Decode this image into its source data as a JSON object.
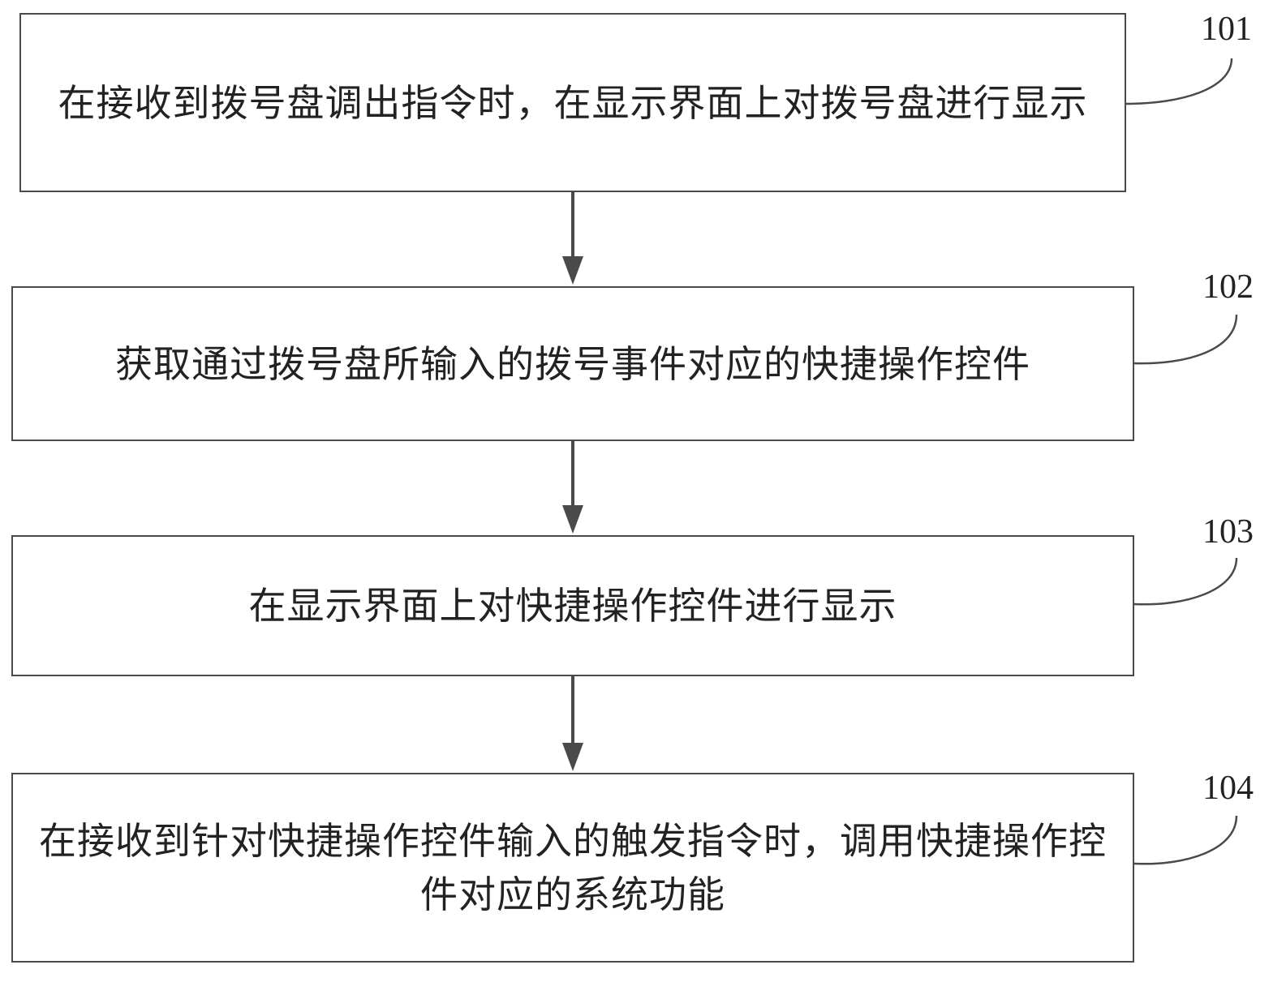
{
  "steps": [
    {
      "id": "101",
      "text": "在接收到拨号盘调出指令时，在显示界面上对拨号盘进行显示"
    },
    {
      "id": "102",
      "text": "获取通过拨号盘所输入的拨号事件对应的快捷操作控件"
    },
    {
      "id": "103",
      "text": "在显示界面上对快捷操作控件进行显示"
    },
    {
      "id": "104",
      "text": "在接收到针对快捷操作控件输入的触发指令时，调用快捷操作控件对应的系统功能"
    }
  ],
  "flow": [
    {
      "from": "101",
      "to": "102"
    },
    {
      "from": "102",
      "to": "103"
    },
    {
      "from": "103",
      "to": "104"
    }
  ],
  "colors": {
    "line": "#4a4a4a",
    "text": "#222222",
    "background": "#ffffff"
  }
}
